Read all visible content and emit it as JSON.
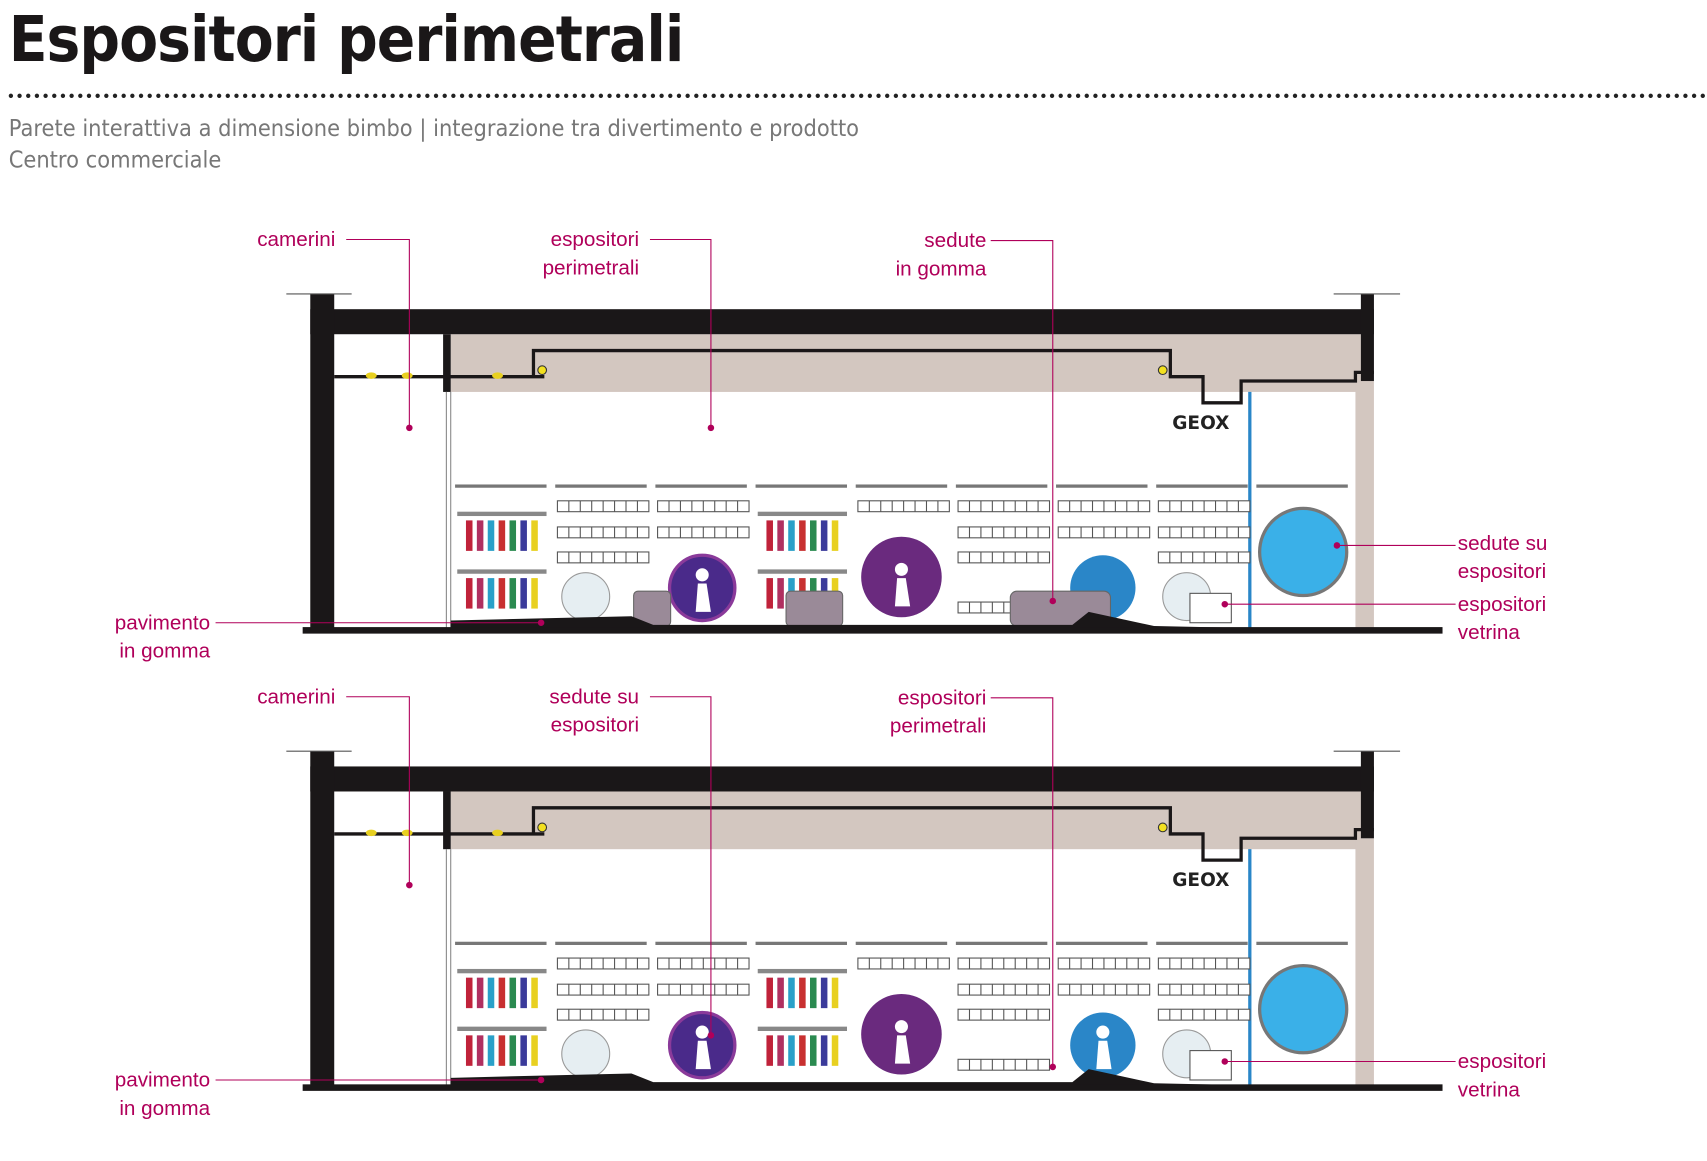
{
  "header": {
    "title": "Espositori perimetrali",
    "subtitle": "Parete interattiva a dimensione bimbo | integrazione tra divertimento e prodotto",
    "location": "Centro commerciale"
  },
  "colors": {
    "label": "#b0005a",
    "structure": "#1a1718",
    "ceiling": "#d3c7c0",
    "purple": "#6a2a7e",
    "blue": "#2a86c8",
    "seat": "#9a8a98"
  },
  "brand": "GEOX",
  "sections": [
    {
      "labels": {
        "camerini": [
          "camerini"
        ],
        "top_mid": [
          "espositori",
          "perimetrali"
        ],
        "top_right": [
          "sedute",
          "in gomma"
        ],
        "right_top": [
          "sedute su",
          "espositori"
        ],
        "right_bottom": [
          "espositori",
          "vetrina"
        ],
        "left_bottom": [
          "pavimento",
          "in gomma"
        ]
      }
    },
    {
      "labels": {
        "camerini": [
          "camerini"
        ],
        "top_mid": [
          "sedute su",
          "espositori"
        ],
        "top_right": [
          "espositori",
          "perimetrali"
        ],
        "right_bottom": [
          "espositori",
          "vetrina"
        ],
        "left_bottom": [
          "pavimento",
          "in gomma"
        ]
      }
    }
  ]
}
